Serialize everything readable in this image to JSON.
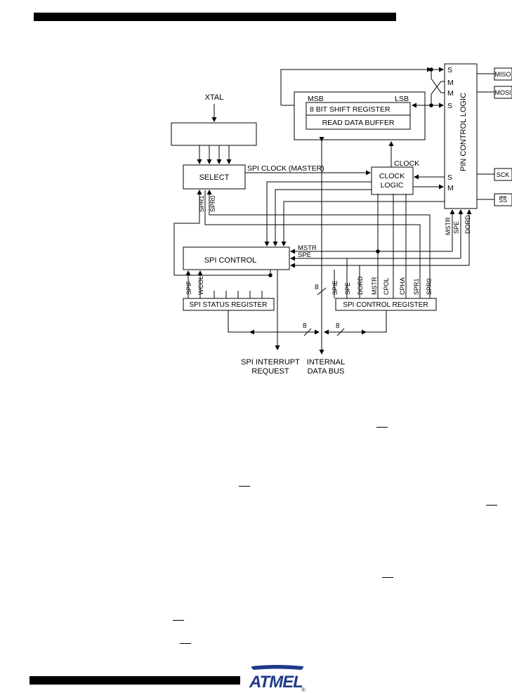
{
  "labels": {
    "xtal": "XTAL",
    "msb": "MSB",
    "lsb": "LSB",
    "shift_register": "8 BIT SHIFT REGISTER",
    "read_data_buffer": "READ DATA BUFFER",
    "clock": "CLOCK",
    "clock_logic_1": "CLOCK",
    "clock_logic_2": "LOGIC",
    "select": "SELECT",
    "spi_clock_master": "SPI CLOCK (MASTER)",
    "spr1": "SPR1",
    "spr0": "SPR0",
    "spi_control": "SPI CONTROL",
    "mstr_signal": "MSTR",
    "spe_signal": "SPE",
    "spif": "SPIF",
    "wcol": "WCOL",
    "spi_status_register": "SPI STATUS REGISTER",
    "spi_control_register": "SPI CONTROL REGISTER",
    "bus_width_1": "8",
    "bus_width_2": "8",
    "bus_width_3": "8",
    "spie": "SPIE",
    "spe_bit": "SPE",
    "dord_bit": "DORD",
    "mstr_bit": "MSTR",
    "cpol": "CPOL",
    "cpha": "CPHA",
    "spr1_bit": "SPR1",
    "spr0_bit": "SPR0",
    "pin_control_logic": "PIN CONTROL LOGIC",
    "pin_s1": "S",
    "pin_m1": "M",
    "pin_m2": "M",
    "pin_s2": "S",
    "pin_s3": "S",
    "pin_m3": "M",
    "pcl_mstr": "MSTR",
    "pcl_spe": "SPE",
    "pcl_dord": "DORD",
    "miso": "MISO",
    "mosi": "MOSI",
    "sck": "SCK",
    "ss": "SS",
    "spi_interrupt_1": "SPI INTERRUPT",
    "spi_interrupt_2": "REQUEST",
    "internal_bus_1": "INTERNAL",
    "internal_bus_2": "DATA BUS",
    "logo": "ATMEL",
    "registered": "®"
  },
  "colors": {
    "ink": "#000000",
    "page": "#ffffff"
  }
}
